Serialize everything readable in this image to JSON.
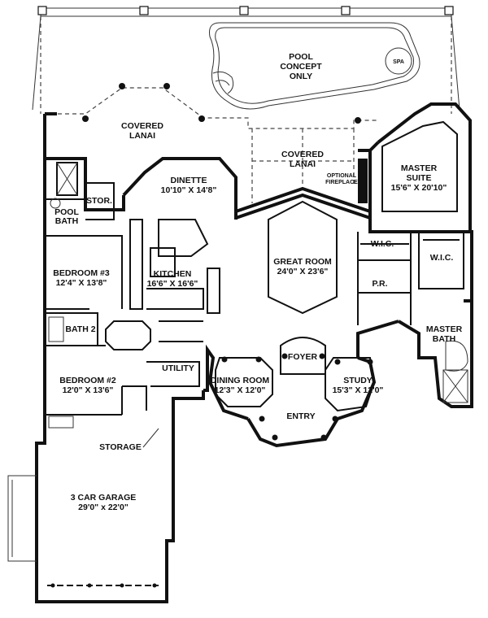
{
  "rooms": {
    "pool": {
      "line1": "POOL",
      "line2": "CONCEPT",
      "line3": "ONLY"
    },
    "spa": "SPA",
    "covered_lanai_left": {
      "line1": "COVERED",
      "line2": "LANAI"
    },
    "covered_lanai_center": {
      "line1": "COVERED",
      "line2": "LANAI"
    },
    "optional_fireplace": {
      "line1": "OPTIONAL",
      "line2": "FIREPLACE"
    },
    "master_suite": {
      "name": "MASTER",
      "name2": "SUITE",
      "size": "15'6\" X 20'10\""
    },
    "dinette": {
      "name": "DINETTE",
      "size": "10'10\" X 14'8\""
    },
    "stor": "STOR.",
    "pool_bath": {
      "line1": "POOL",
      "line2": "BATH"
    },
    "bedroom3": {
      "name": "BEDROOM #3",
      "size": "12'4\" X 13'8\""
    },
    "kitchen": {
      "name": "KITCHEN",
      "size": "16'6\" X 16'6\""
    },
    "great_room": {
      "name": "GREAT ROOM",
      "size": "24'0\" X 23'6\""
    },
    "wic_left": "W.I.C.",
    "wic_right": "W.I.C.",
    "pr": "P.R.",
    "bath2": "BATH 2",
    "master_bath": {
      "line1": "MASTER",
      "line2": "BATH"
    },
    "foyer": "FOYER",
    "utility": "UTILITY",
    "bedroom2": {
      "name": "BEDROOM #2",
      "size": "12'0\" X 13'6\""
    },
    "dining_room": {
      "name": "DINING ROOM",
      "size": "12'3\" X 12'0\""
    },
    "study": {
      "name": "STUDY",
      "size": "15'3\" X 12'0\""
    },
    "entry": "ENTRY",
    "storage": "STORAGE",
    "garage": {
      "name": "3 CAR GARAGE",
      "size": "29'0\" x 22'0\""
    }
  }
}
